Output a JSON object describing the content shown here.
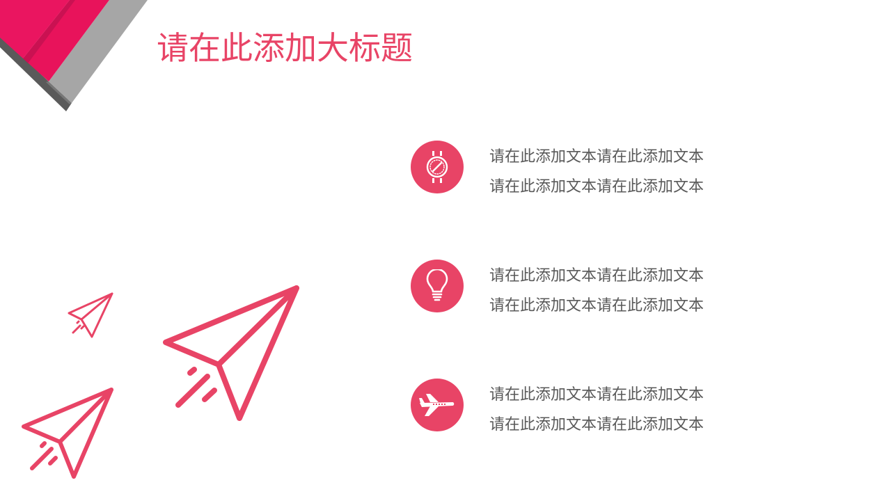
{
  "slide": {
    "title": "请在此添加大标题",
    "accent_color": "#e84466",
    "text_color": "#595959"
  },
  "items": [
    {
      "icon": "watch-icon",
      "line1": "请在此添加文本请在此添加文本",
      "line2": "请在此添加文本请在此添加文本"
    },
    {
      "icon": "lightbulb-icon",
      "line1": "请在此添加文本请在此添加文本",
      "line2": "请在此添加文本请在此添加文本"
    },
    {
      "icon": "airplane-icon",
      "line1": "请在此添加文本请在此添加文本",
      "line2": "请在此添加文本请在此添加文本"
    }
  ],
  "decorations": {
    "corner": "layered-pink-gray-stripes",
    "paper_planes": 3
  }
}
